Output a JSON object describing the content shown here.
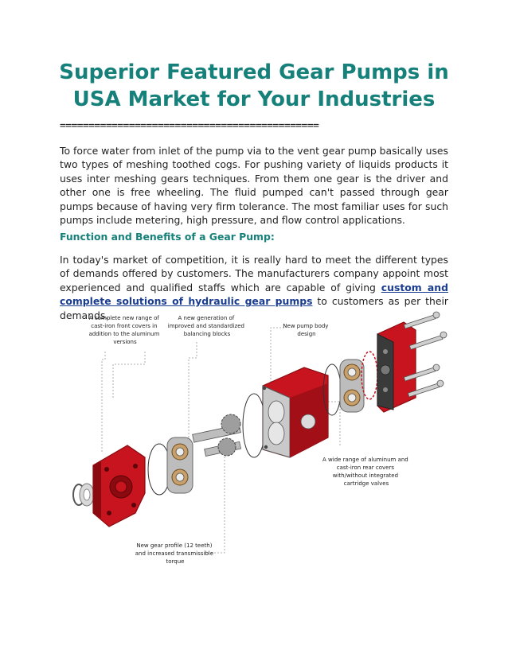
{
  "title": "Superior Featured Gear Pumps in USA Market for Your Industries",
  "divider": "=============================================",
  "intro_paragraph": "To force water from inlet of the pump via to the vent gear pump basically uses two types of meshing toothed cogs. For pushing variety of liquids products it uses inter meshing gears techniques. From them one gear is the driver and other one is free wheeling. The fluid pumped can't passed through gear pumps because of having very firm tolerance. The most familiar uses for such pumps include metering, high pressure, and flow control applications.",
  "section_heading": "Function and Benefits of a Gear Pump:",
  "section_paragraph": {
    "before_link": "In today's market of competition, it is really hard to meet the different types of demands offered by customers. The manufacturers company appoint most experienced and qualified staffs which are capable of giving ",
    "link_text": "custom and complete solutions of hydraulic gear pumps",
    "after_link": " to customers as per their demands."
  },
  "figure": {
    "callouts": {
      "front_covers": [
        "A complete new range of",
        "cast-iron front covers in",
        "addition to the aluminum",
        "versions"
      ],
      "balancing_blocks": [
        "A new generation of",
        "improved and standardized",
        "balancing blocks"
      ],
      "pump_body": [
        "New pump body",
        "design"
      ],
      "rear_covers": [
        "A wide range of aluminum and",
        "cast-iron rear covers",
        "with/without integrated",
        "cartridge valves"
      ],
      "gear_profile": [
        "New gear profile (12 teeth)",
        "and increased transmissible",
        "torque"
      ]
    },
    "colors": {
      "red": "#c8141e",
      "dark_red": "#8a0a10",
      "gray": "#bdbdbd",
      "dark": "#3a3a3a",
      "bronze": "#c9a06a"
    }
  }
}
